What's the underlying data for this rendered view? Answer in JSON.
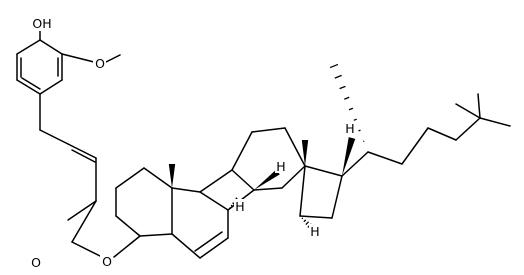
{
  "structure": {
    "atoms": {
      "hydroxyl": "OH",
      "methoxy_oxygen": "O",
      "ester_carbonyl_oxygen": "O",
      "ester_oxygen": "O",
      "h_c9": "H",
      "h_c8": "H",
      "h_c14": "H",
      "h_c17": "H"
    }
  }
}
